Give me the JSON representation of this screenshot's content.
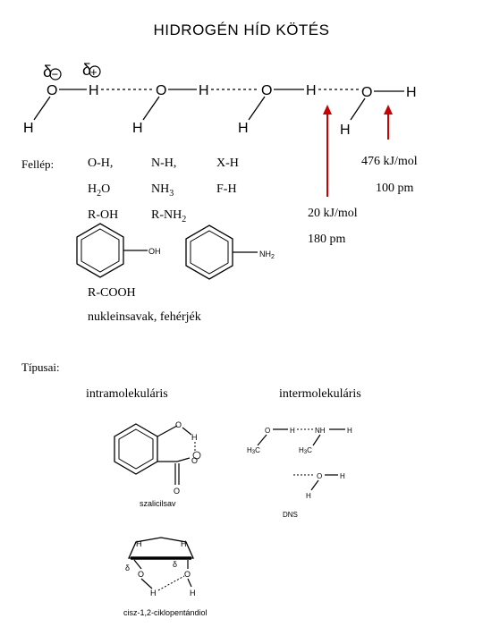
{
  "title": "HIDROGÉN HÍD KÖTÉS",
  "chain": {
    "delta_minus": "δ",
    "delta_plus": "δ",
    "minus_sign": "−",
    "plus_sign": "+",
    "atom_o": "O",
    "atom_h": "H"
  },
  "arrow_color": "#cc0000",
  "fellep": {
    "label": "Fellép:",
    "row1": [
      "O-H,",
      "N-H,",
      "X-H"
    ],
    "row2": {
      "h2o_main": "H",
      "h2o_sub": "2",
      "h2o_end": "O",
      "nh3_main": "NH",
      "nh3_sub": "3",
      "fh": "F-H"
    },
    "row3": {
      "roh": "R-OH",
      "rnh2_main": "R-NH",
      "rnh2_sub": "2"
    },
    "rcooh": "R-COOH",
    "nucleic": "nukleinsavak, fehérjék"
  },
  "energies": {
    "strong_energy": "476 kJ/mol",
    "strong_length": "100 pm",
    "weak_energy": "20 kJ/mol",
    "weak_length": "180 pm"
  },
  "structures": {
    "phenol_label": "OH",
    "aniline_label": "NH",
    "aniline_sub": "2"
  },
  "tipusai": {
    "label": "Típusai:",
    "intra": "intramolekuláris",
    "inter": "intermolekuláris",
    "salicyl_name": "szalicilsav",
    "cyclo_name": "cisz-1,2-ciklopentándiol",
    "inter_h3c": "H",
    "inter_h3c_sub": "3",
    "inter_c": "C",
    "inter_nh": "NH",
    "dns": "DNS"
  }
}
